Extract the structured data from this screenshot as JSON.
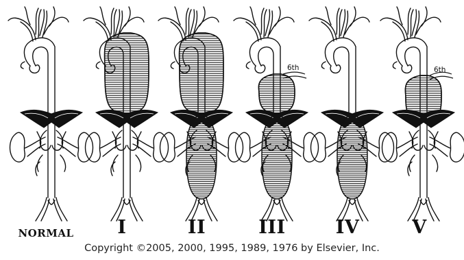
{
  "labels": [
    "NORMAL",
    "I",
    "II",
    "III",
    "IV",
    "V"
  ],
  "annotation": "6th",
  "copyright": "Copyright ©2005, 2000, 1995, 1989, 1976 by Elsevier, Inc.",
  "annotated_panels": [
    3,
    5
  ]
}
